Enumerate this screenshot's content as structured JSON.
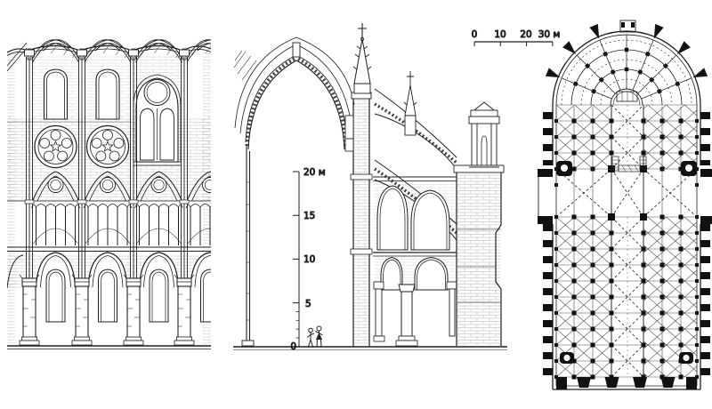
{
  "colors": {
    "paper": "#ffffff",
    "ink": "#1f1f1f"
  },
  "plan_scale_bar": {
    "ticks": [
      "0",
      "10",
      "20",
      "30 м"
    ]
  },
  "section_scale": {
    "ticks": [
      "20 м",
      "15",
      "10",
      "5",
      "0"
    ]
  }
}
